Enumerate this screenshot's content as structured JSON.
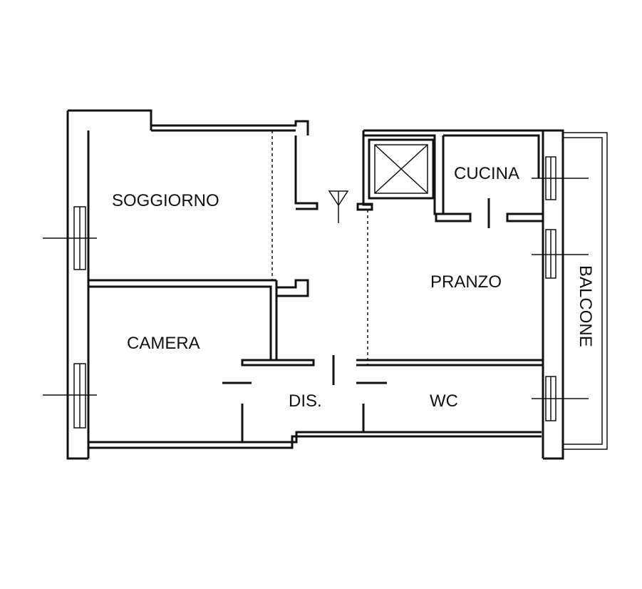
{
  "rooms": {
    "soggiorno": "SOGGIORNO",
    "camera": "CAMERA",
    "cucina": "CUCINA",
    "pranzo": "PRANZO",
    "dis": "DIS.",
    "wc": "WC",
    "balcone": "BALCONE"
  }
}
